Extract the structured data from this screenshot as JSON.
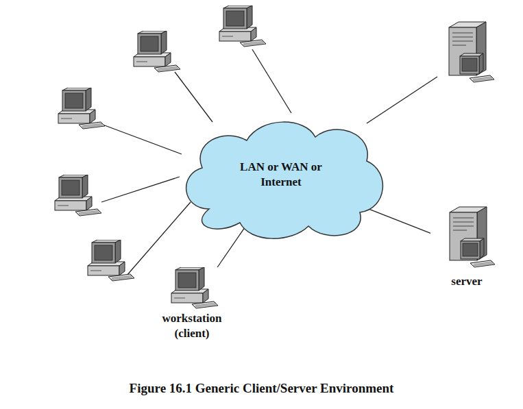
{
  "diagram": {
    "caption": "Figure 16.1  Generic Client/Server Environment",
    "nodes": [
      {
        "text": [
          "LAN or WAN or Internet"
        ]
      },
      {
        "text": [
          "server"
        ]
      },
      {
        "text": [
          "workstation (client)"
        ]
      }
    ],
    "edges": [
      {
        "from": 1,
        "to": 0,
        "arrow": "none"
      },
      {
        "from": 2,
        "to": 0,
        "arrow": "none"
      }
    ]
  }
}
